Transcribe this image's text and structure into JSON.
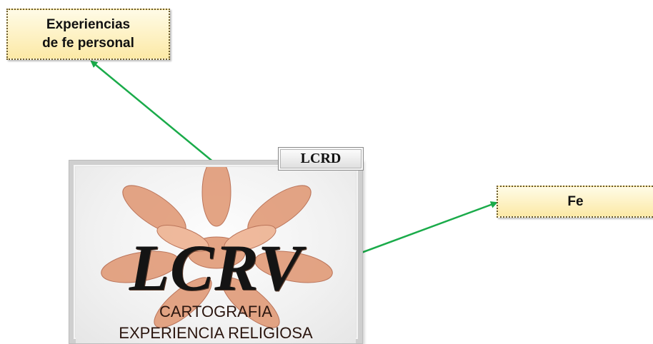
{
  "nodes": {
    "experiencias": "Experiencias de fe personal",
    "fe": "Fe"
  },
  "card": {
    "button_label": "LCRD",
    "logo_text": "LCRV",
    "subtitle_line1": "CARTOGRAFIA",
    "subtitle_line2": "EXPERIENCIA RELIGIOSA",
    "image_description_icon": "hands-circle-image"
  },
  "colors": {
    "node_fill_top": "#fffbe6",
    "node_fill_bottom": "#fce9a6",
    "connector": "#1aab4a",
    "hands": "#e09a76"
  }
}
